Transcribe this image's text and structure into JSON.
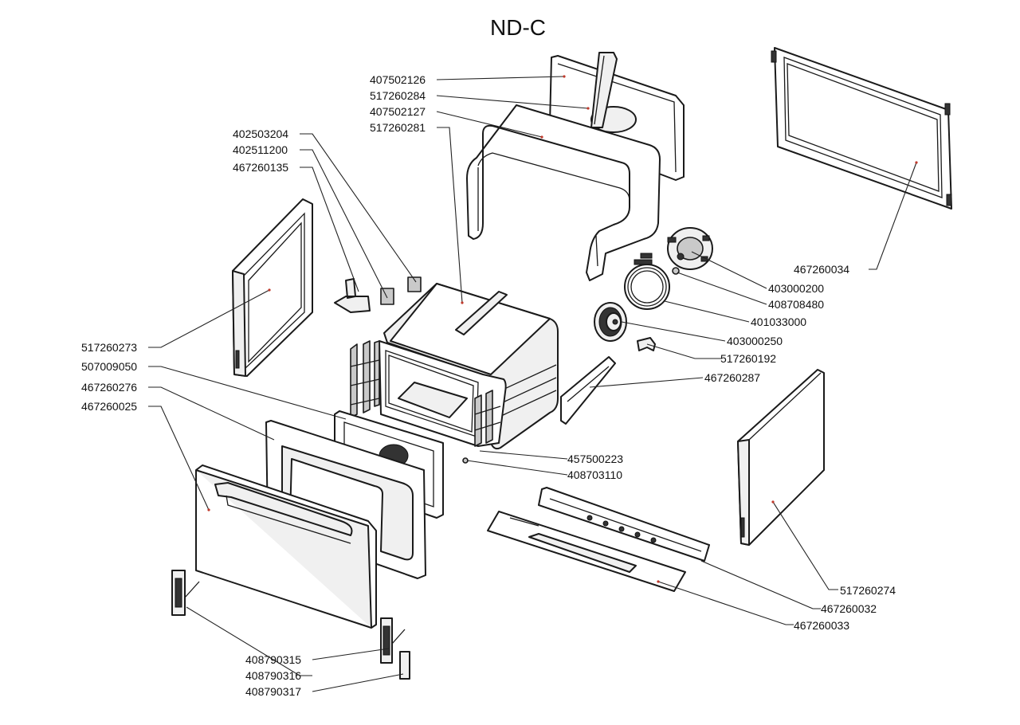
{
  "title": "ND-C",
  "labels": {
    "p407502126": "407502126",
    "p517260284": "517260284",
    "p407502127": "407502127",
    "p517260281": "517260281",
    "p402503204": "402503204",
    "p402511200": "402511200",
    "p467260135": "467260135",
    "p467260034": "467260034",
    "p403000200": "403000200",
    "p408708480": "408708480",
    "p401033000": "401033000",
    "p403000250": "403000250",
    "p517260192": "517260192",
    "p467260287": "467260287",
    "p517260273": "517260273",
    "p507009050": "507009050",
    "p467260276": "467260276",
    "p467260025": "467260025",
    "p457500223": "457500223",
    "p408703110": "408703110",
    "p517260274": "517260274",
    "p467260032": "467260032",
    "p467260033": "467260033",
    "p408790315": "408790315",
    "p408790316": "408790316",
    "p408790317": "408790317"
  }
}
